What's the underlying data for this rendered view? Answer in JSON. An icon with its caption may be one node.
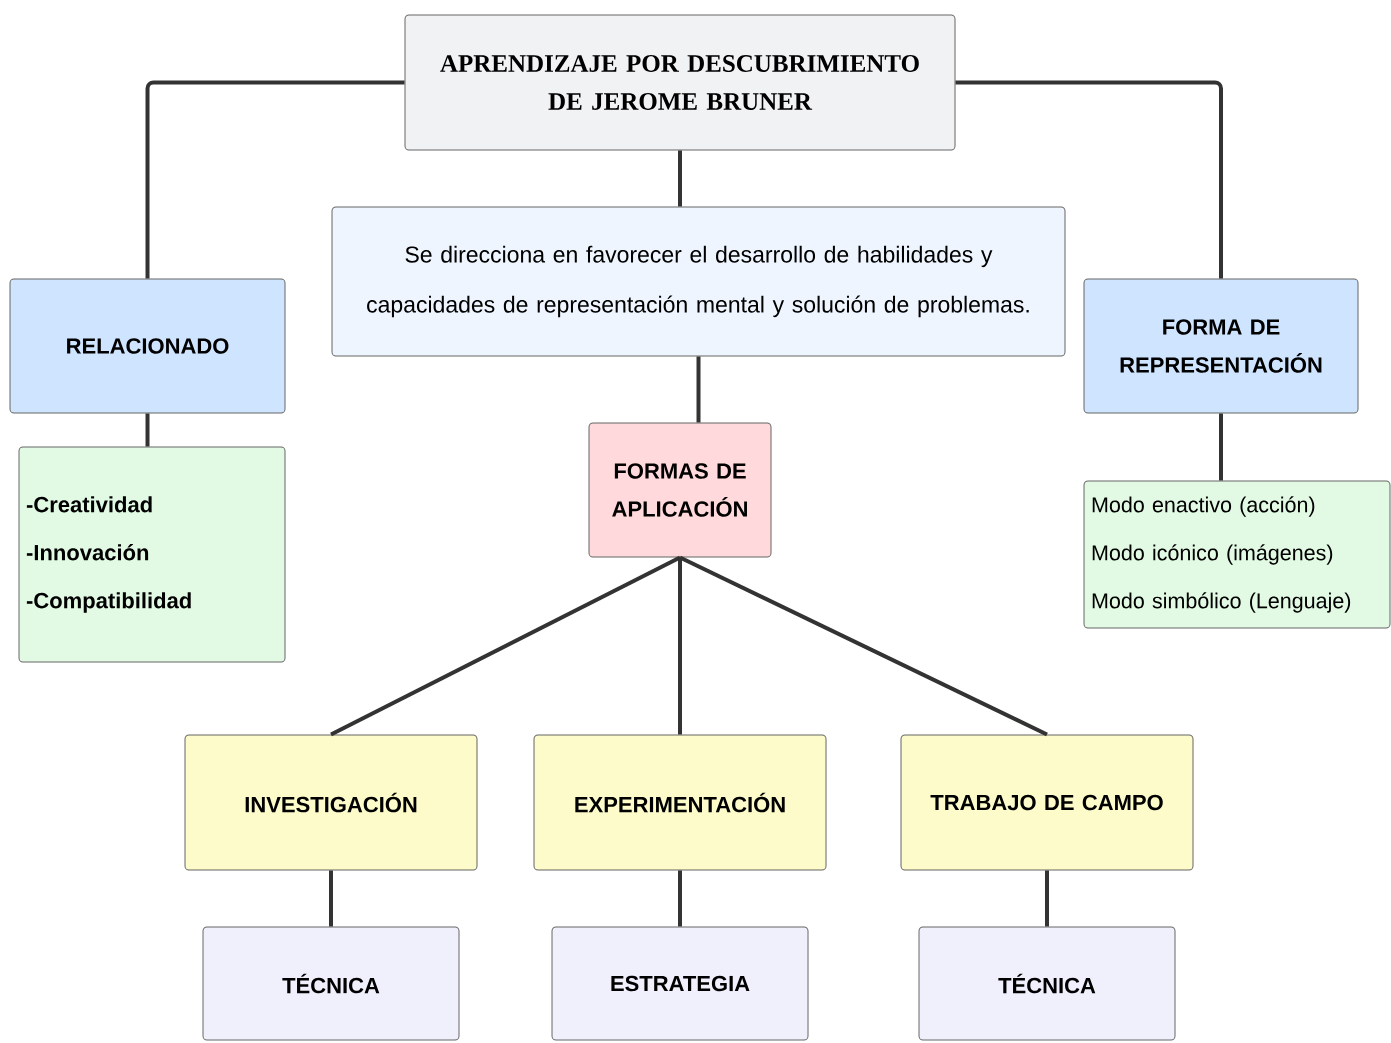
{
  "diagram": {
    "nodes": [
      {
        "text": [
          "APRENDIZAJE POR DESCUBRIMIENTO DE JEROME BRUNER"
        ]
      },
      {
        "text": [
          "Se direcciona en favorecer el desarrollo de habilidades y capacidades de representación mental y solución de problemas."
        ]
      },
      {
        "text": [
          "RELACIONADO"
        ]
      },
      {
        "text": [
          "-Creatividad",
          "-Innovación",
          "-Compatibilidad"
        ]
      },
      {
        "text": [
          "FORMA DE REPRESENTACIÓN"
        ]
      },
      {
        "text": [
          "Modo enactivo (acción)",
          "Modo icónico (imágenes)",
          "Modo simbólico (Lenguaje)"
        ]
      },
      {
        "text": [
          "FORMAS DE APLICACIÓN"
        ]
      },
      {
        "text": [
          "INVESTIGACIÓN"
        ]
      },
      {
        "text": [
          "EXPERIMENTACIÓN"
        ]
      },
      {
        "text": [
          "TRABAJO DE CAMPO"
        ]
      },
      {
        "text": [
          "TÉCNICA"
        ]
      },
      {
        "text": [
          "ESTRATEGIA"
        ]
      },
      {
        "text": [
          "TÉCNICA"
        ]
      }
    ],
    "edges": [
      {
        "from": 0,
        "to": 2,
        "arrow": "none"
      },
      {
        "from": 0,
        "to": 4,
        "arrow": "none"
      },
      {
        "from": 0,
        "to": 1,
        "arrow": "none"
      },
      {
        "from": 1,
        "to": 6,
        "arrow": "none"
      },
      {
        "from": 2,
        "to": 3,
        "arrow": "none"
      },
      {
        "from": 4,
        "to": 5,
        "arrow": "none"
      },
      {
        "from": 6,
        "to": 7,
        "arrow": "none"
      },
      {
        "from": 6,
        "to": 8,
        "arrow": "none"
      },
      {
        "from": 6,
        "to": 9,
        "arrow": "none"
      },
      {
        "from": 7,
        "to": 10,
        "arrow": "none"
      },
      {
        "from": 8,
        "to": 11,
        "arrow": "none"
      },
      {
        "from": 9,
        "to": 12,
        "arrow": "none"
      }
    ]
  }
}
